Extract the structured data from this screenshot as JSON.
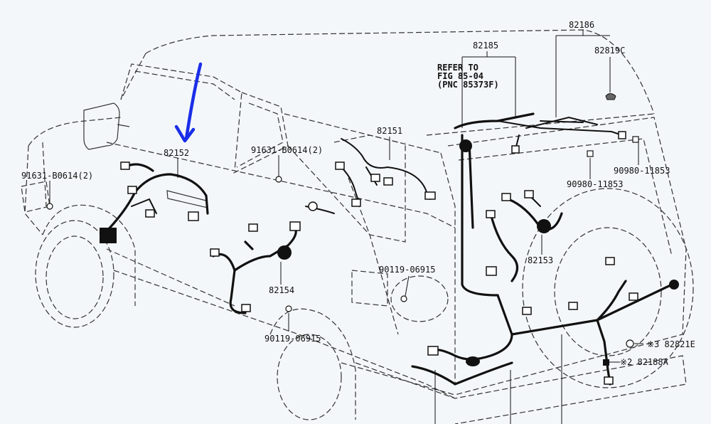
{
  "labels": {
    "p82152": "82152",
    "p91631_left": "91631-B0614(2)",
    "p91631_mid": "91631-B0614(2)",
    "p82151": "82151",
    "p82185": "82185",
    "p82186": "82186",
    "p82819C": "82819C",
    "refer_line1": "REFER TO",
    "refer_line2": "FIG 85-04",
    "refer_line3": "(PNC 85373F)",
    "p90980_right": "90980-11853",
    "p90980_mid": "90980-11853",
    "p82153": "82153",
    "p90119_upper": "90119-06915",
    "p82154": "82154",
    "p90119_lower": "90119-06915",
    "p82821E": "※3 82821E",
    "p82188A": "※2 82188A"
  },
  "colors": {
    "background": "#f4f7f9",
    "annotation_arrow": "#1a2ee8",
    "ink": "#111111"
  }
}
